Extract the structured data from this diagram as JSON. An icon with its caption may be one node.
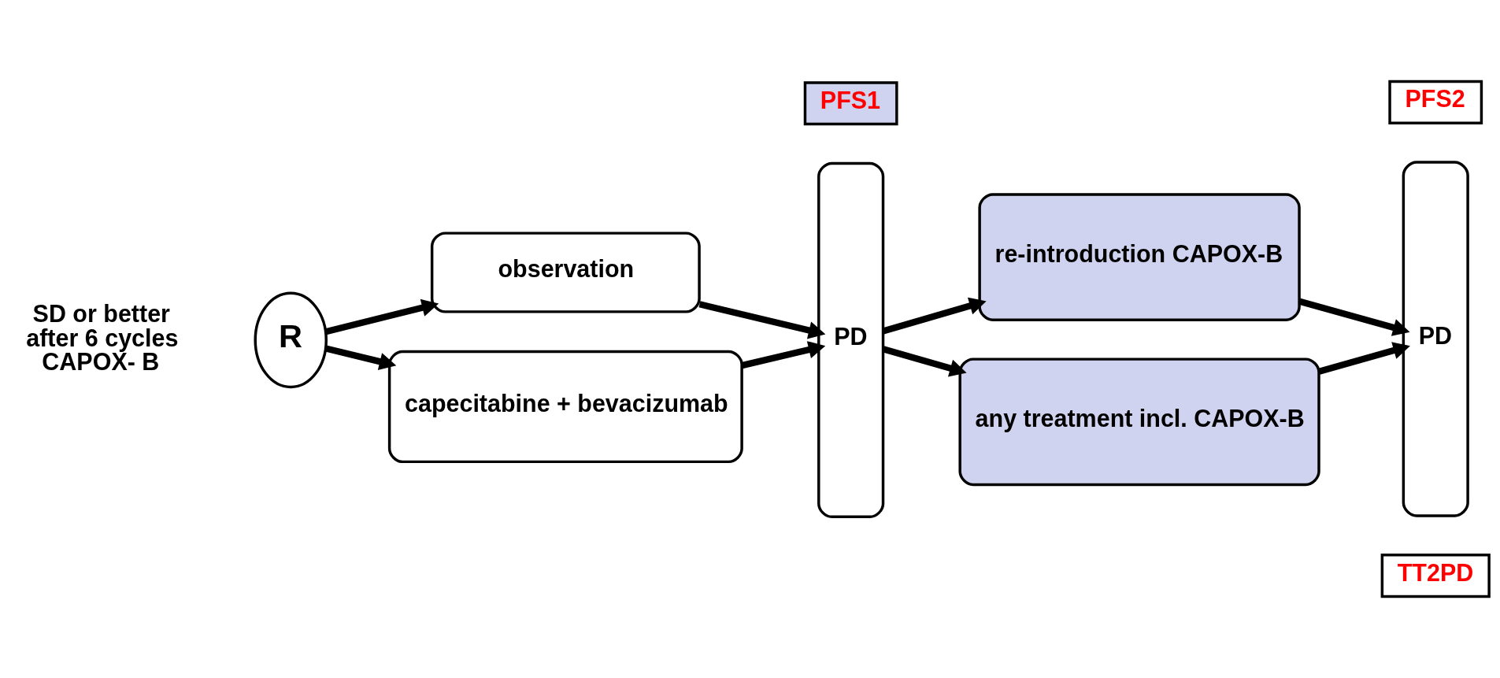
{
  "diagram": {
    "nodes": [
      {
        "text": [
          "R"
        ],
        "beside": [
          "SD or better after 6 cycles CAPOX- B"
        ]
      },
      {
        "text": [
          "observation"
        ]
      },
      {
        "text": [
          "capecitabine + bevacizumab"
        ]
      },
      {
        "text": [
          "PD"
        ]
      },
      {
        "text": [
          "re-introduction CAPOX-B"
        ]
      },
      {
        "text": [
          "any treatment incl. CAPOX-B"
        ]
      },
      {
        "text": [
          "PD"
        ]
      },
      {
        "text": [
          "PFS1"
        ]
      },
      {
        "text": [
          "PFS2"
        ]
      },
      {
        "text": [
          "TT2PD"
        ]
      }
    ],
    "edges": [
      {
        "from": 0,
        "to": 1,
        "arrow": "to"
      },
      {
        "from": 0,
        "to": 2,
        "arrow": "to"
      },
      {
        "from": 1,
        "to": 3,
        "arrow": "to"
      },
      {
        "from": 2,
        "to": 3,
        "arrow": "to"
      },
      {
        "from": 3,
        "to": 4,
        "arrow": "to"
      },
      {
        "from": 3,
        "to": 5,
        "arrow": "to"
      },
      {
        "from": 4,
        "to": 6,
        "arrow": "to"
      },
      {
        "from": 5,
        "to": 6,
        "arrow": "to"
      }
    ]
  }
}
